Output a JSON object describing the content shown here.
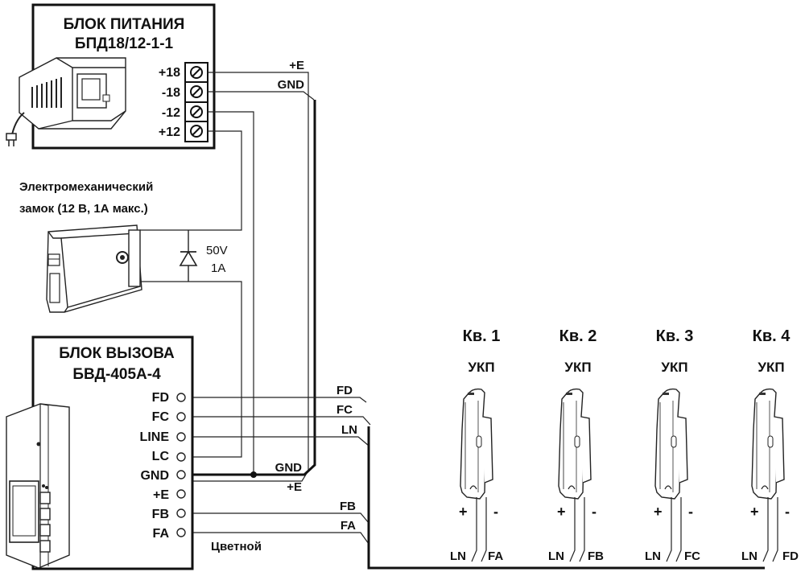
{
  "psu": {
    "title1": "БЛОК ПИТАНИЯ",
    "title2": "БПД18/12-1-1",
    "terminals": [
      "+18",
      "-18",
      "-12",
      "+12"
    ]
  },
  "wires_top": {
    "plus_e": "+E",
    "gnd": "GND"
  },
  "lock": {
    "line1": "Электромеханический",
    "line2": "замок (12 В, 1А макс.)",
    "diode_v": "50V",
    "diode_a": "1A"
  },
  "call_unit": {
    "title1": "БЛОК ВЫЗОВА",
    "title2": "БВД-405А-4",
    "terminals": [
      "FD",
      "FC",
      "LINE",
      "LC",
      "GND",
      "+E",
      "FB",
      "FA"
    ]
  },
  "right_labels": {
    "fd": "FD",
    "fc": "FC",
    "ln": "LN",
    "gnd": "GND",
    "plus_e": "+E",
    "fb": "FB",
    "fa": "FA",
    "color": "Цветной"
  },
  "apartments": [
    {
      "name": "Кв. 1",
      "device": "УКП",
      "plus": "+",
      "minus": "-",
      "left": "LN",
      "right": "FA"
    },
    {
      "name": "Кв. 2",
      "device": "УКП",
      "plus": "+",
      "minus": "-",
      "left": "LN",
      "right": "FB"
    },
    {
      "name": "Кв. 3",
      "device": "УКП",
      "plus": "+",
      "minus": "-",
      "left": "LN",
      "right": "FC"
    },
    {
      "name": "Кв. 4",
      "device": "УКП",
      "plus": "+",
      "minus": "-",
      "left": "LN",
      "right": "FD"
    }
  ]
}
